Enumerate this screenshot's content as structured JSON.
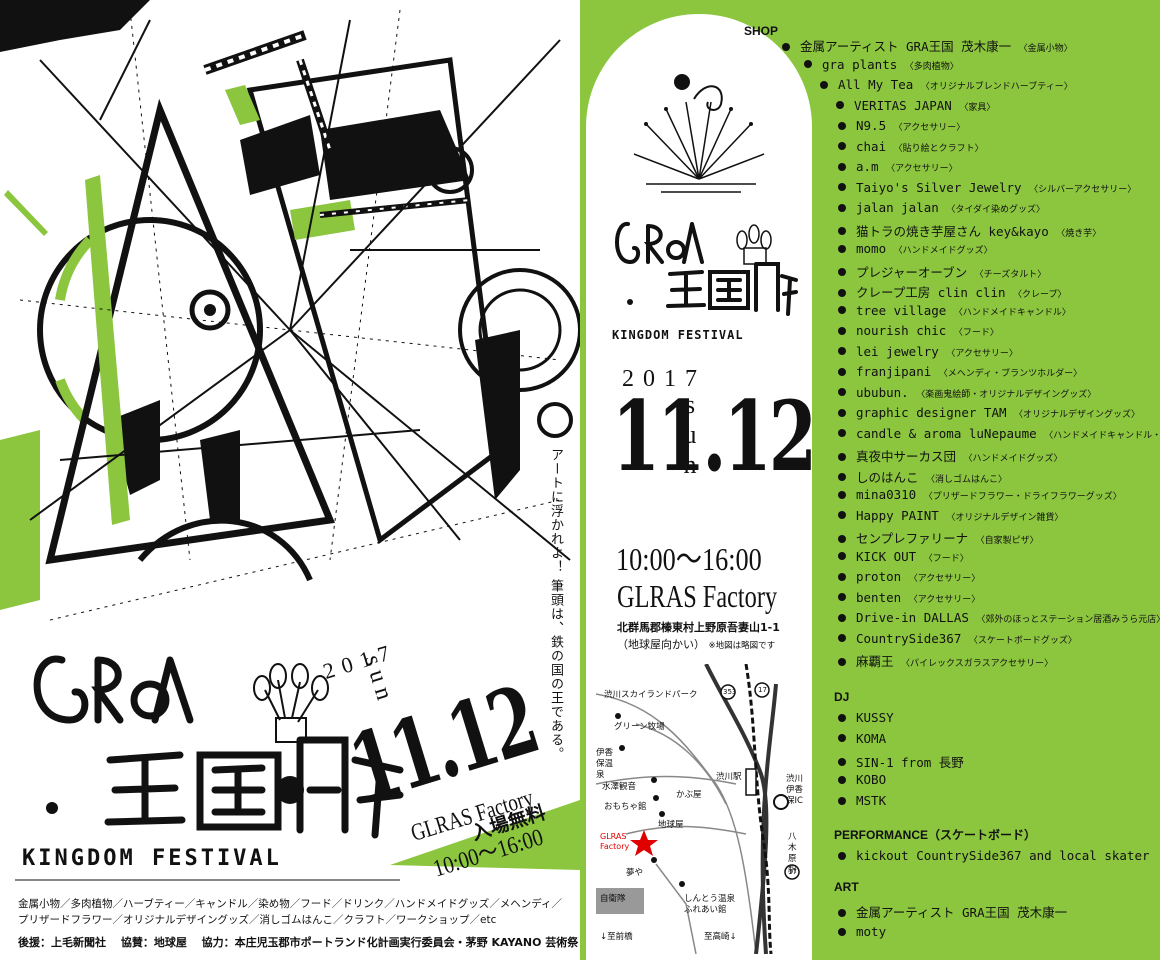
{
  "colors": {
    "accent": "#8cc63f",
    "ink": "#111111"
  },
  "left": {
    "tagline": "アートに浮かれよ！ 筆頭は、鉄の国の王である。",
    "year": "2017",
    "date": "11.12",
    "day": "sun",
    "venue": "GLRAS Factory",
    "time": "10:00〜16:00",
    "admission": "入場無料",
    "logo_line": "KINGDOM FESTIVAL",
    "genres_line1": "金属小物／多肉植物／ハーブティー／キャンドル／染め物／フード／ドリンク／ハンドメイドグッズ／メヘンディ／",
    "genres_line2": "プリザードフラワー／オリジナルデザイングッズ／消しゴムはんこ／クラフト／ワークショップ／etc",
    "sponsors": "後援：上毛新聞社　 協賛：地球屋　 協力：本庄児玉郡市ポートランド化計画実行委員会・茅野 KAYANO 芸術祭"
  },
  "center": {
    "year": "2017",
    "date": "11.12",
    "day_chars": [
      "s",
      "u",
      "n"
    ],
    "time": "10:00〜16:00",
    "venue": "GLRAS Factory",
    "address": "北群馬郡榛東村上野原吾妻山1-1",
    "address_note": "（地球屋向かい）",
    "map_note": "※地図は略図です",
    "map": {
      "labels": [
        "渋川スカイランドパーク",
        "グリーン牧場",
        "伊香保温泉",
        "水澤観音",
        "おもちゃ館",
        "かぶ屋",
        "地球屋",
        "渋川駅",
        "渋川伊香保IC",
        "八木原駅",
        "夢や",
        "自衛隊",
        "しんとう温泉ふれあい館",
        "↓至前橋",
        "至高崎↓"
      ],
      "venue_label": "GLRAS Factory",
      "route_numbers": [
        "353",
        "17",
        "17"
      ]
    }
  },
  "right": {
    "shop_title": "SHOP",
    "shop": [
      {
        "name": "金属アーティスト GRA王国 茂木康一",
        "note": "〈金属小物〉"
      },
      {
        "name": "gra plants",
        "note": "〈多肉植物〉"
      },
      {
        "name": "All My Tea",
        "note": "〈オリジナルブレンドハーブティー〉"
      },
      {
        "name": "VERITAS JAPAN",
        "note": "〈家具〉"
      },
      {
        "name": "N9.5",
        "note": "〈アクセサリー〉"
      },
      {
        "name": "chai",
        "note": "〈貼り絵とクラフト〉"
      },
      {
        "name": "a.m",
        "note": "〈アクセサリー〉"
      },
      {
        "name": "Taiyo's Silver Jewelry",
        "note": "〈シルバーアクセサリー〉"
      },
      {
        "name": "jalan jalan",
        "note": "〈タイダイ染めグッズ〉"
      },
      {
        "name": "猫トラの焼き芋屋さん key&kayo",
        "note": "〈焼き芋〉"
      },
      {
        "name": "momo",
        "note": "〈ハンドメイドグッズ〉"
      },
      {
        "name": "プレジャーオーブン",
        "note": "〈チーズタルト〉"
      },
      {
        "name": "クレープ工房 clin clin",
        "note": "〈クレープ〉"
      },
      {
        "name": "tree village",
        "note": "〈ハンドメイドキャンドル〉"
      },
      {
        "name": "nourish chic",
        "note": "〈フード〉"
      },
      {
        "name": "lei jewelry",
        "note": "〈アクセサリー〉"
      },
      {
        "name": "franjipani",
        "note": "〈メヘンディ・ブランツホルダー〉"
      },
      {
        "name": "ububun.",
        "note": "〈楽画鬼絵師・オリジナルデザイングッズ〉"
      },
      {
        "name": "graphic designer TAM",
        "note": "〈オリジナルデザイングッズ〉"
      },
      {
        "name": "candle & aroma luNepaume",
        "note": "〈ハンドメイドキャンドル・サシェ〉"
      },
      {
        "name": "真夜中サーカス団",
        "note": "〈ハンドメイドグッズ〉"
      },
      {
        "name": "しのはんこ",
        "note": "〈消しゴムはんこ〉"
      },
      {
        "name": "mina0310",
        "note": "〈プリザードフラワー・ドライフラワーグッズ〉"
      },
      {
        "name": "Happy PAINT",
        "note": "〈オリジナルデザイン雑貨〉"
      },
      {
        "name": "センプレファリーナ",
        "note": "〈自家製ピザ〉"
      },
      {
        "name": "KICK OUT",
        "note": "〈フード〉"
      },
      {
        "name": "proton",
        "note": "〈アクセサリー〉"
      },
      {
        "name": "benten",
        "note": "〈アクセサリー〉"
      },
      {
        "name": "Drive-in DALLAS",
        "note": "〈郊外のほっとステーション居酒みうら元店〉"
      },
      {
        "name": "CountrySide367",
        "note": "〈スケートボードグッズ〉"
      },
      {
        "name": "麻覇王",
        "note": "〈パイレックスガラスアクセサリー〉"
      }
    ],
    "dj_title": "DJ",
    "dj": [
      "KUSSY",
      "KOMA",
      "SIN-1 from 長野",
      "KOBO",
      "MSTK"
    ],
    "performance_title": "PERFORMANCE（スケートボード）",
    "performance": [
      "kickout CountrySide367 and local skater"
    ],
    "art_title": "ART",
    "art": [
      "金属アーティスト GRA王国 茂木康一",
      "moty"
    ]
  }
}
